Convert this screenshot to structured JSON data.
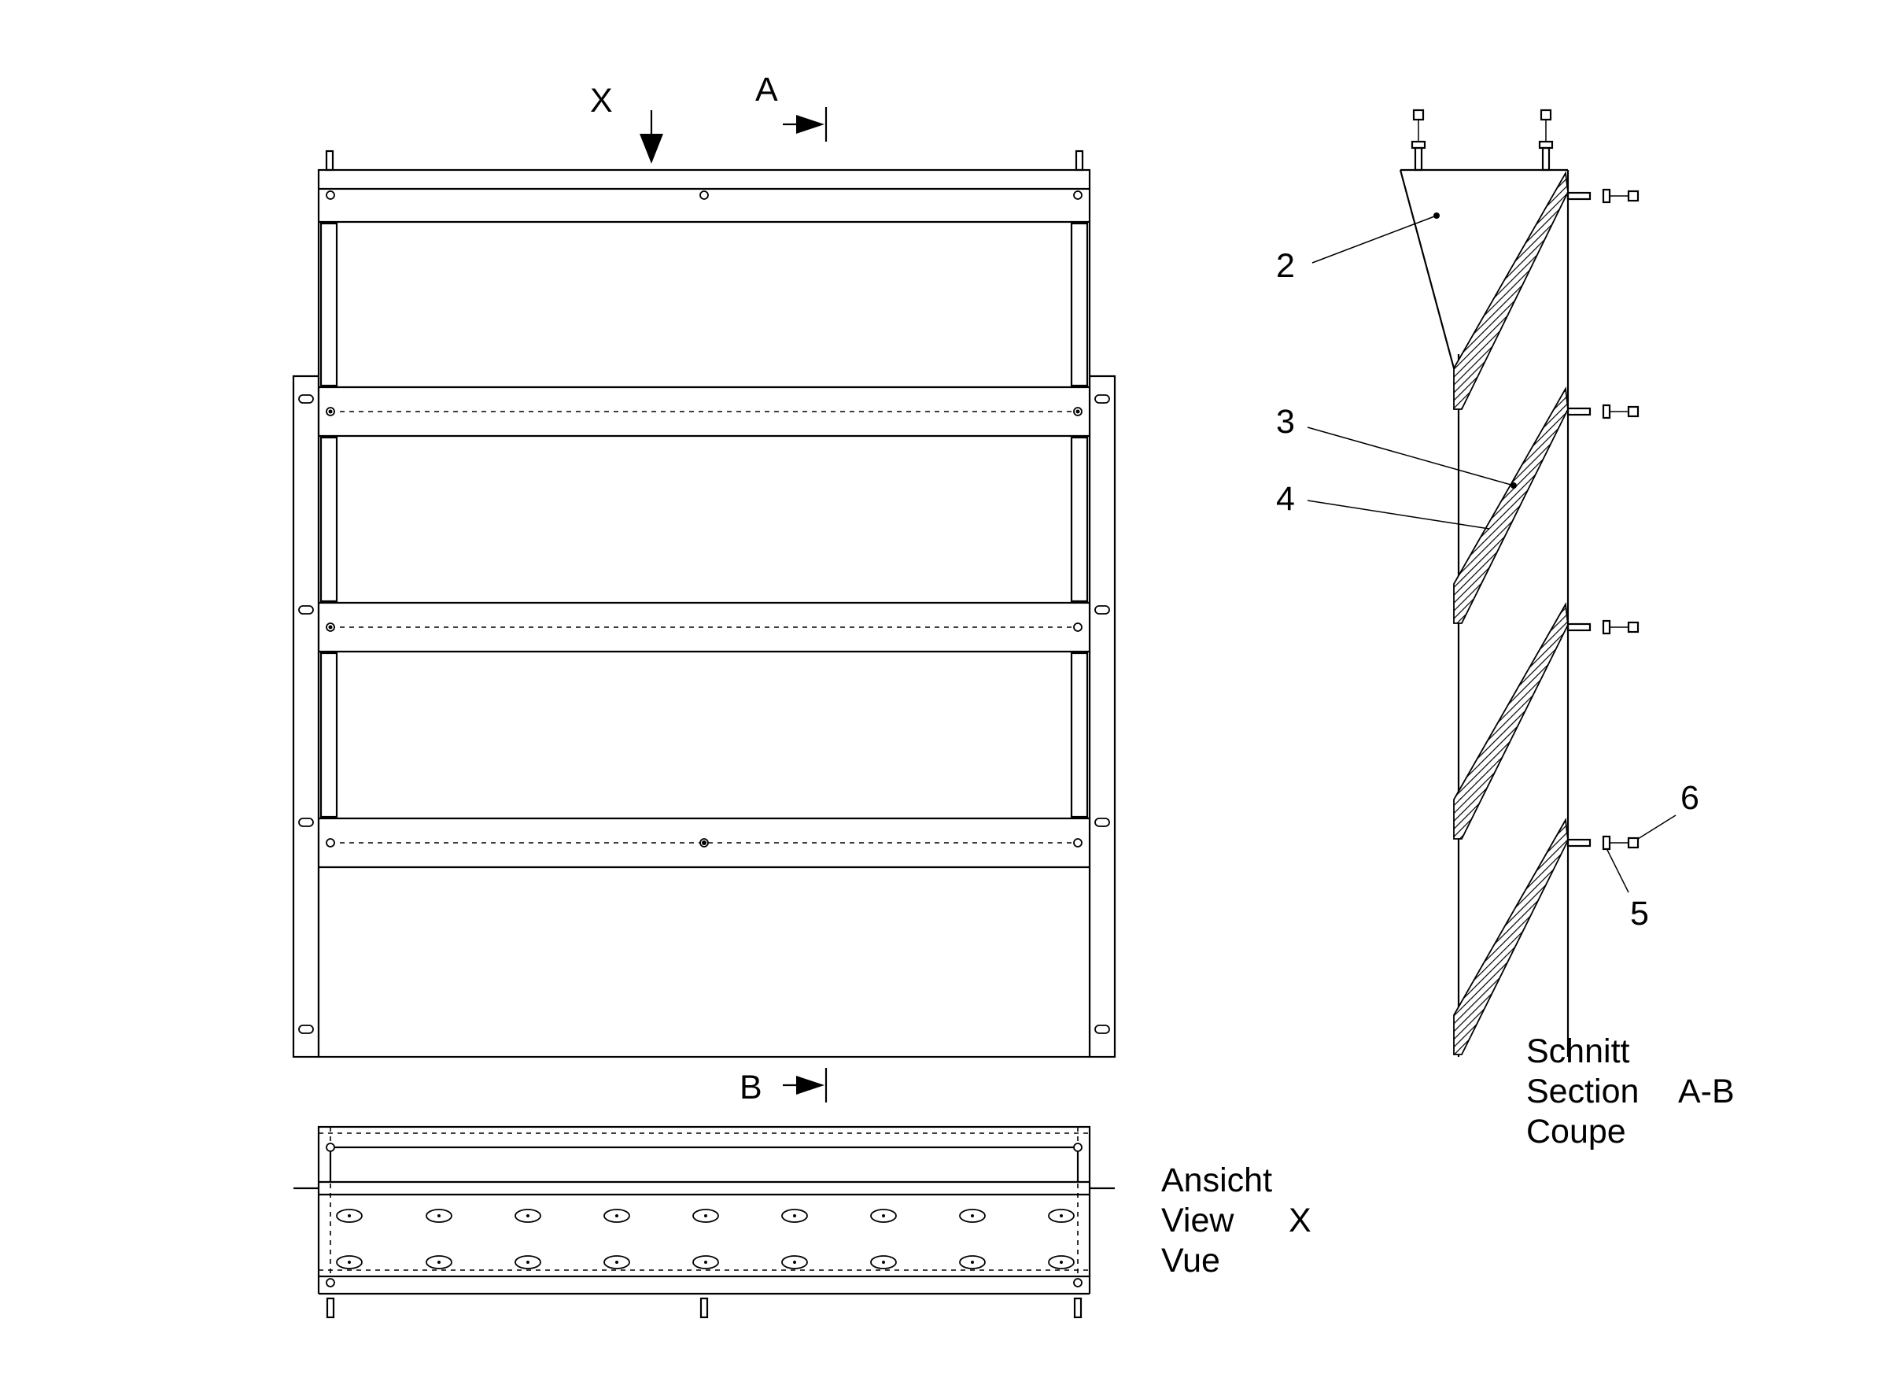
{
  "front_view": {
    "view_marker": "X",
    "section_start": "A",
    "section_end": "B"
  },
  "section_view": {
    "callouts": [
      "2",
      "3",
      "4",
      "5",
      "6"
    ],
    "title_lines": [
      "Schnitt",
      "Section",
      "Coupe"
    ],
    "section_id": "A-B"
  },
  "bottom_view": {
    "title_lines": [
      "Ansicht",
      "View",
      "Vue"
    ],
    "view_id": "X"
  }
}
